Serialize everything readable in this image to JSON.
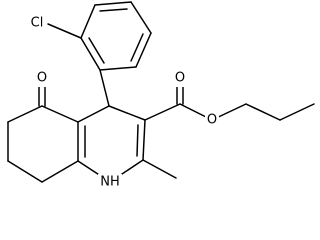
{
  "molecule": {
    "atoms": {
      "chlorine": "Cl",
      "ketone_oxygen": "O",
      "carbonyl_oxygen": "O",
      "ester_oxygen": "O",
      "amine": "NH"
    }
  },
  "colors": {
    "bonds": "#000000",
    "background": "#ffffff"
  }
}
